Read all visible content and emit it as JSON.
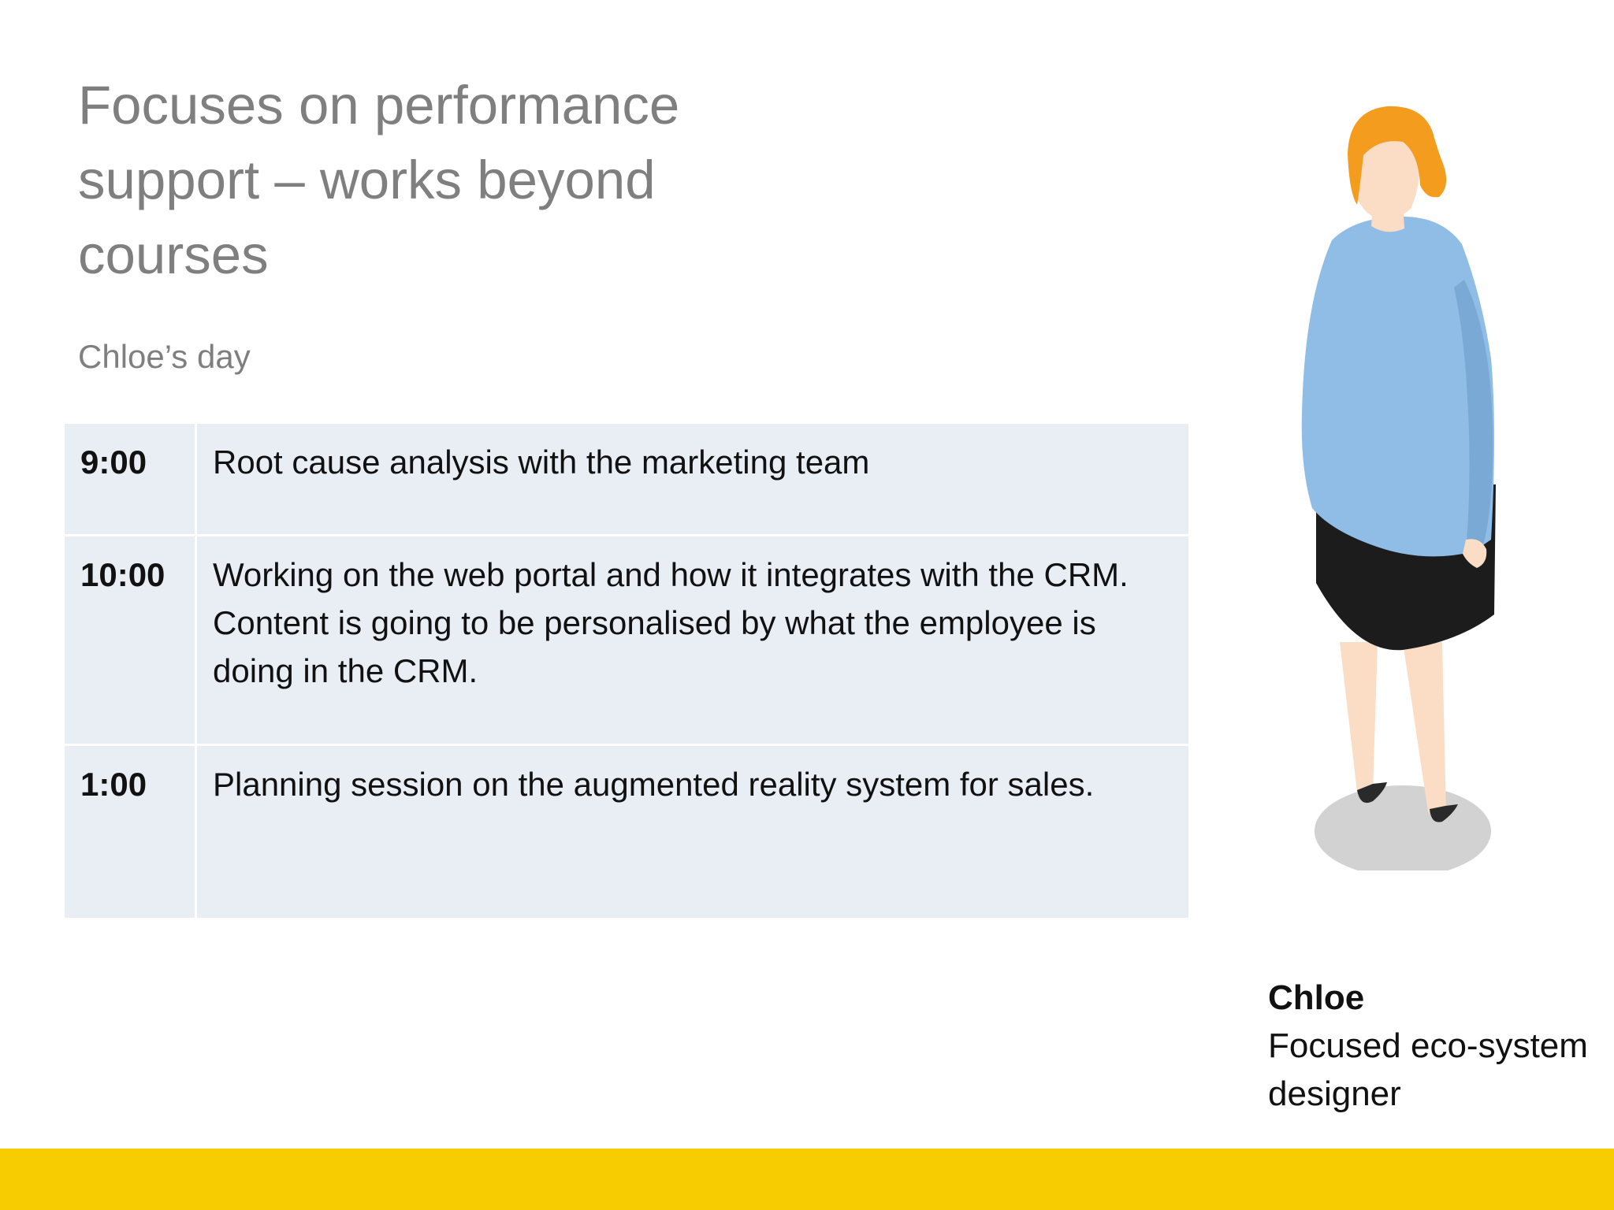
{
  "slide": {
    "title": "Focuses on performance support – works beyond courses",
    "subtitle": "Chloe’s day"
  },
  "schedule": [
    {
      "time": "9:00",
      "activity": "Root cause analysis with the marketing team"
    },
    {
      "time": "10:00",
      "activity": "Working on the web portal and how it integrates with the CRM.  Content is going to be personalised by what the employee is doing in the CRM."
    },
    {
      "time": "1:00",
      "activity": "Planning session on the augmented reality system for sales."
    }
  ],
  "persona": {
    "name": "Chloe",
    "role": "Focused eco-system designer"
  },
  "colors": {
    "accent_bar": "#f7cc00",
    "table_fill": "#e9eef5",
    "hair": "#f39c1e",
    "shirt": "#8fbde6",
    "skirt": "#1a1a1a",
    "skin": "#fbdcc4"
  }
}
